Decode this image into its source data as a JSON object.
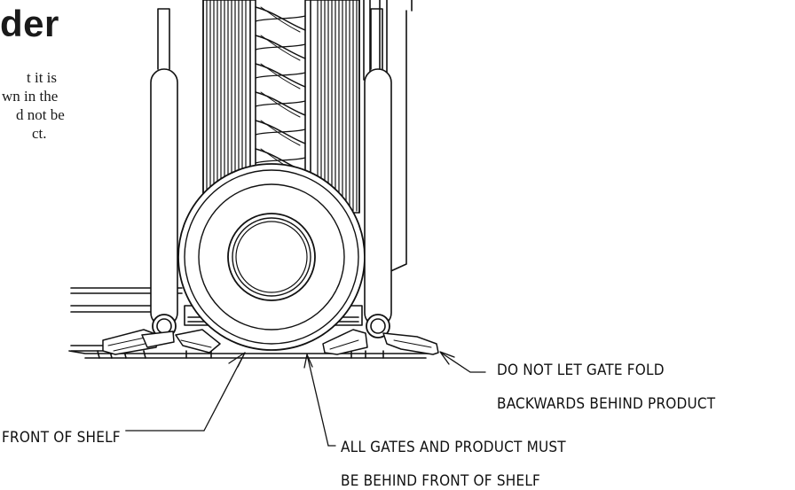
{
  "heading": "der",
  "body_text": [
    "t it is",
    "wn in the",
    "d not be",
    "ct."
  ],
  "callouts": {
    "gate_fold": [
      "DO NOT LET GATE FOLD",
      "BACKWARDS BEHIND PRODUCT"
    ],
    "front_of_shelf": "FRONT OF SHELF",
    "all_gates": [
      "ALL GATES AND PRODUCT MUST",
      "BE BEHIND FRONT OF SHELF"
    ]
  }
}
